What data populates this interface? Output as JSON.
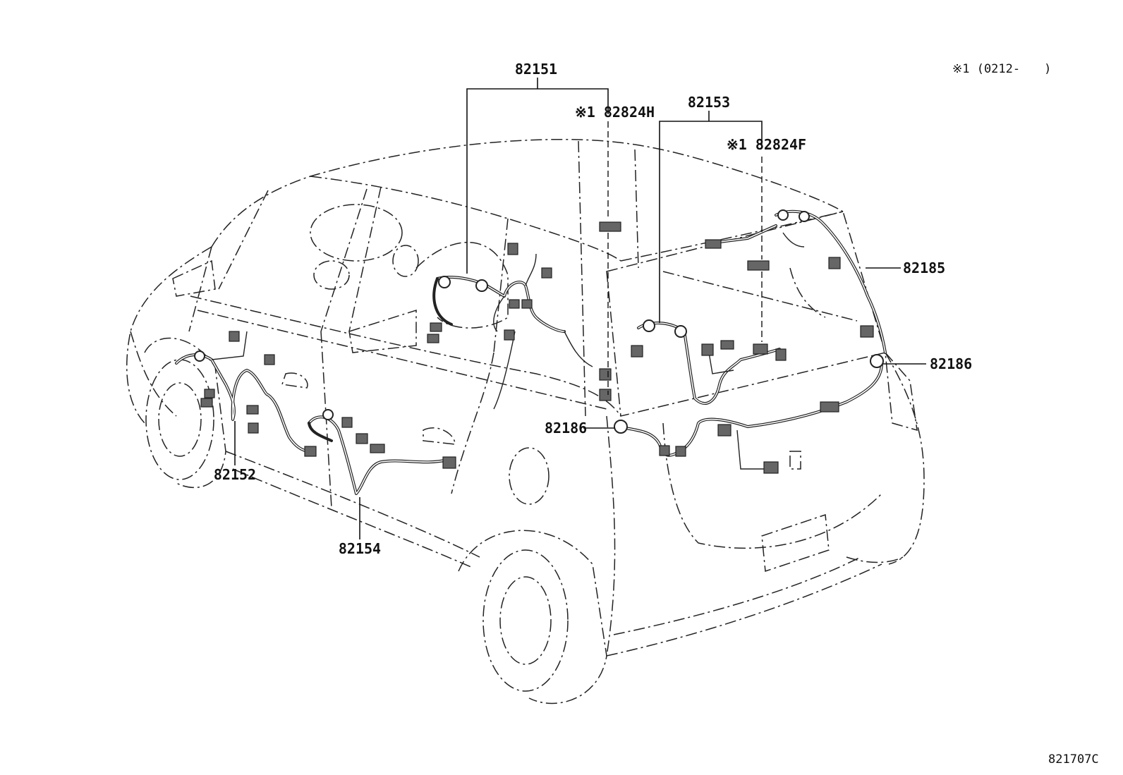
{
  "labels": {
    "p82151": "82151",
    "p82152": "82152",
    "p82153": "82153",
    "p82154": "82154",
    "p82185": "82185",
    "p82186_right": "82186",
    "p82186_center": "82186",
    "p82824H": "※1 82824H",
    "p82824F": "※1 82824F"
  },
  "note": "※1 (0212-　　)",
  "diagram_code": "821707C"
}
